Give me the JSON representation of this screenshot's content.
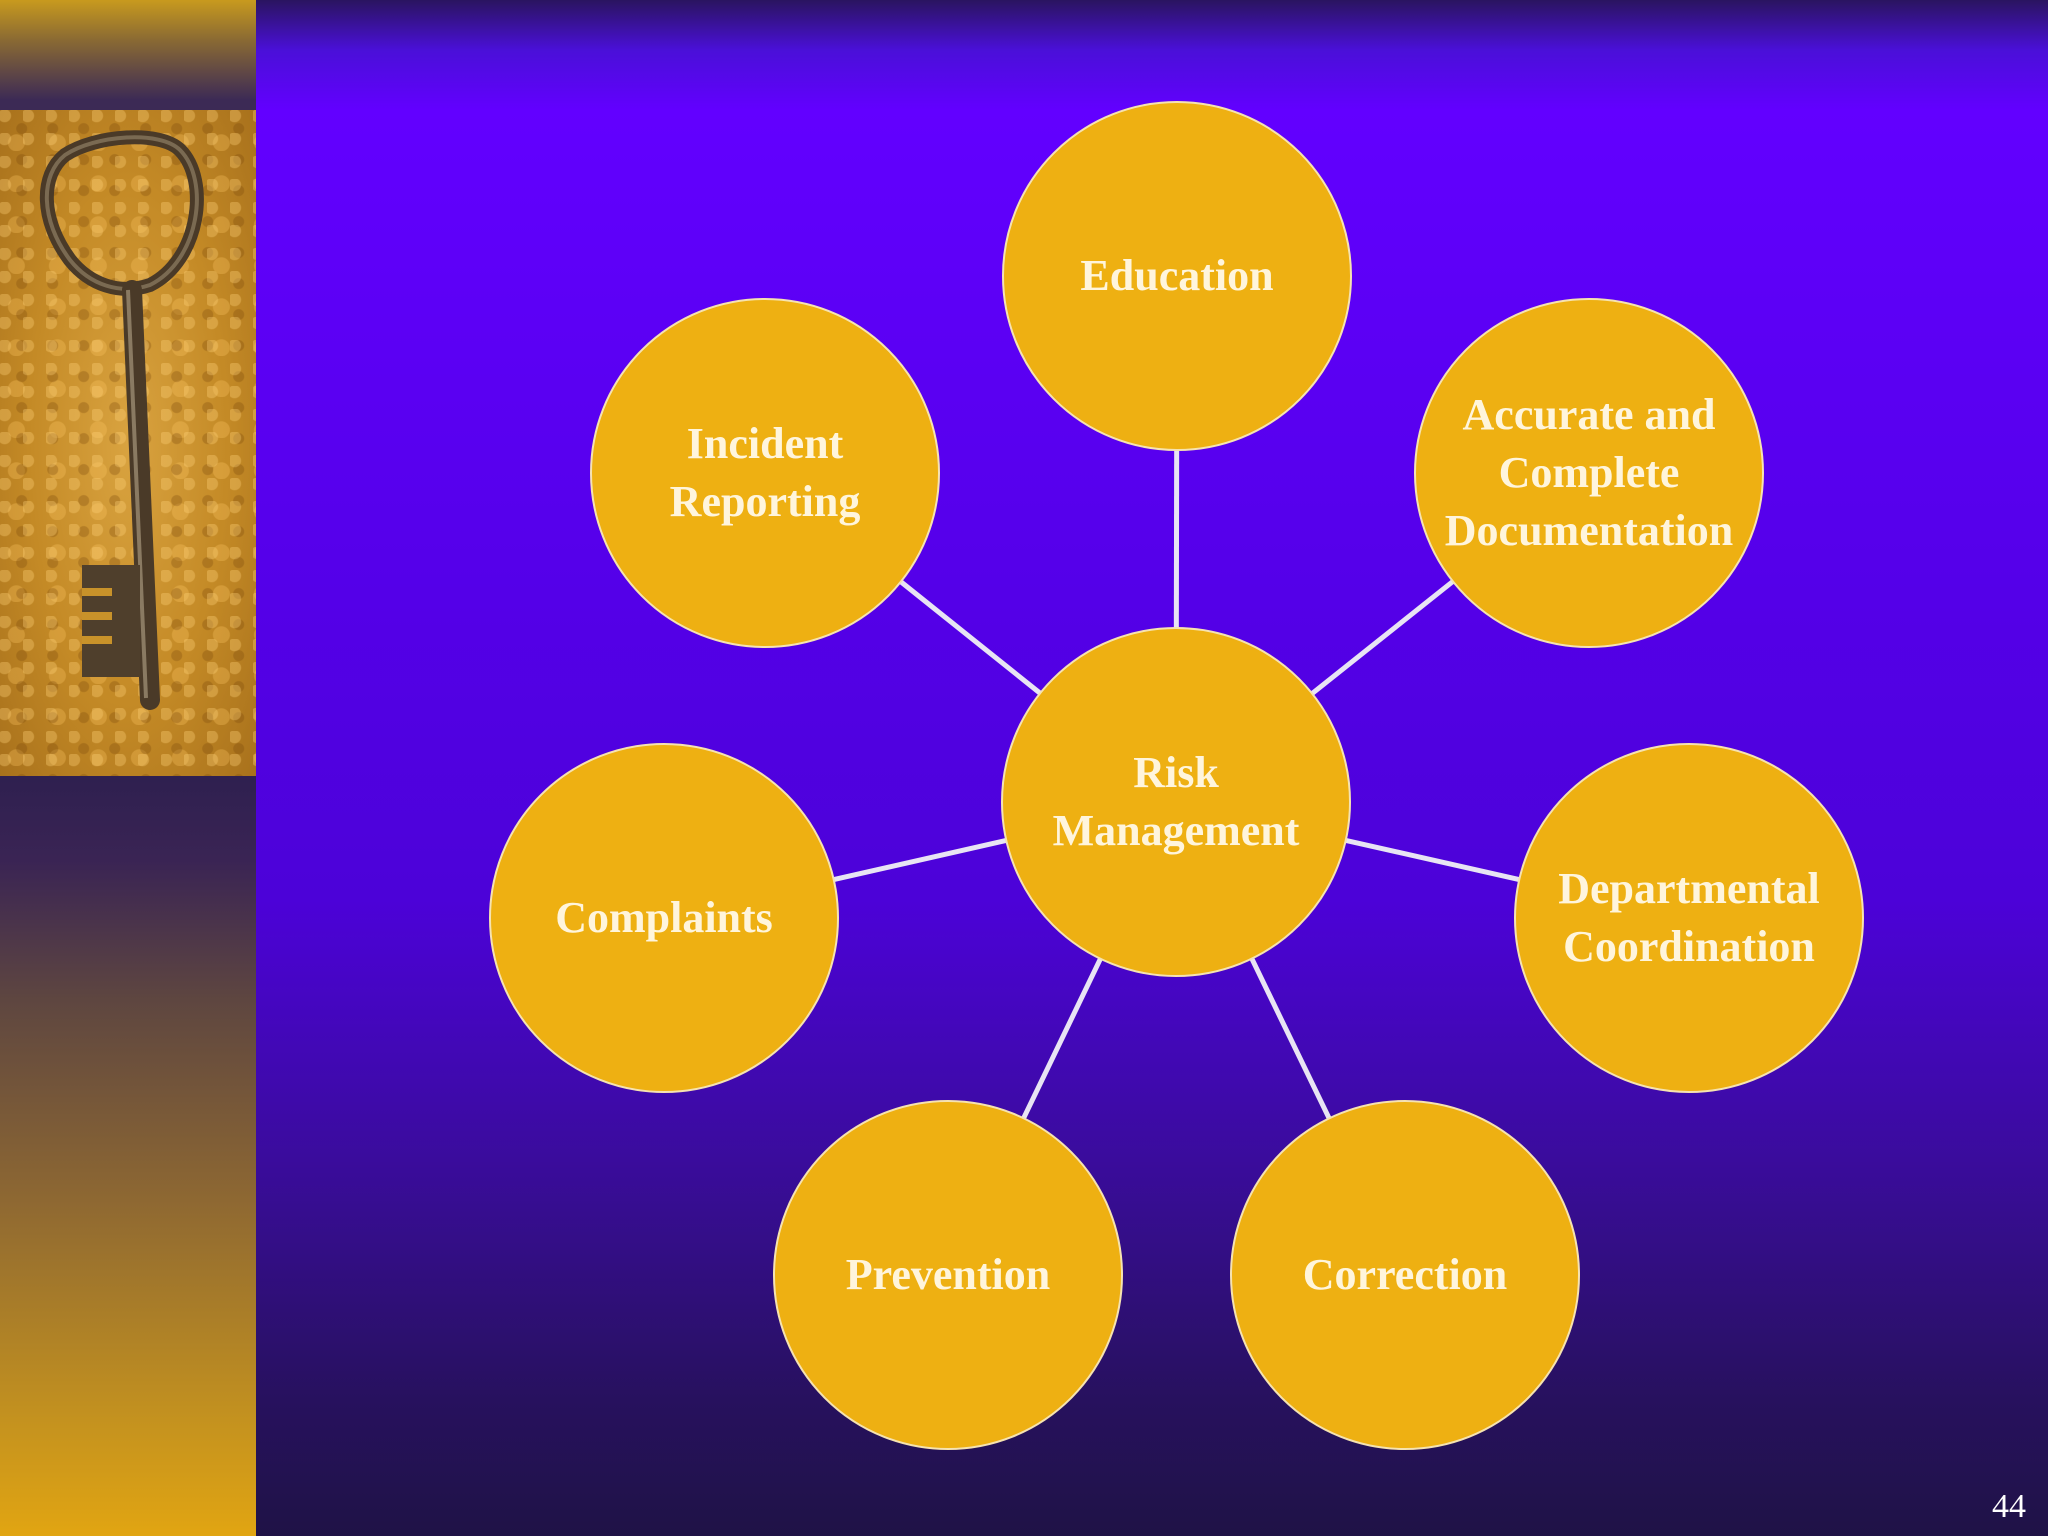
{
  "diagram": {
    "center": {
      "label": "Risk\nManagement"
    },
    "nodes": [
      {
        "id": "education",
        "label": "Education"
      },
      {
        "id": "accurate-documentation",
        "label": "Accurate and\nComplete\nDocumentation"
      },
      {
        "id": "departmental-coordination",
        "label": "Departmental\nCoordination"
      },
      {
        "id": "correction",
        "label": "Correction"
      },
      {
        "id": "prevention",
        "label": "Prevention"
      },
      {
        "id": "complaints",
        "label": "Complaints"
      },
      {
        "id": "incident-reporting",
        "label": "Incident\nReporting"
      }
    ],
    "node_color": "#eeb012",
    "connector_color": "#e8e4f4",
    "background_color": "#5a00f2"
  },
  "slide": {
    "page_number": "44"
  },
  "side_image": {
    "icon": "key-photo"
  }
}
